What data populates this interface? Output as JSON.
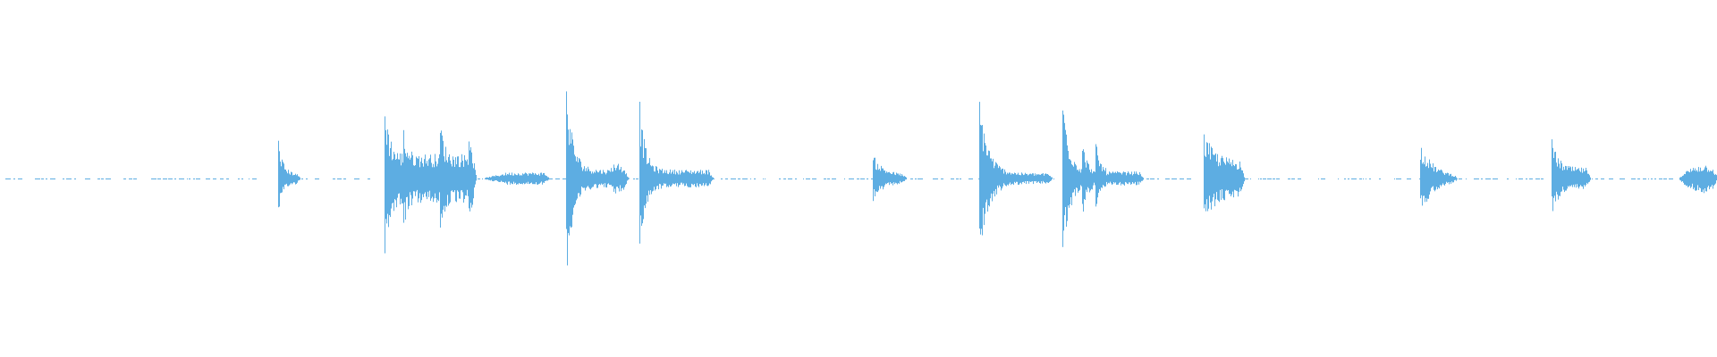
{
  "chart_data": {
    "type": "waveform",
    "color": "#5dade2",
    "background": "#ffffff",
    "axes_visible": false,
    "grid": false,
    "amplitude_range": [
      -1,
      1
    ],
    "time_range_percent": [
      0,
      100
    ],
    "baseline_noise": 0.006,
    "bursts": [
      {
        "start": 16.2,
        "end": 17.54,
        "peak": 0.22,
        "decay": 0.25,
        "sustain": 0.03,
        "attack": 0
      },
      {
        "start": 22.39,
        "end": 27.74,
        "peak": 0.38,
        "decay": 0.26,
        "sustain": 0.14,
        "attack": 0
      },
      {
        "start": 23.47,
        "end": 24.23,
        "peak": 0.2,
        "decay": 0.19,
        "sustain": 0,
        "attack": 0
      },
      {
        "start": 25.64,
        "end": 26.28,
        "peak": 0.25,
        "decay": 0.19,
        "sustain": 0,
        "attack": 0
      },
      {
        "start": 27.3,
        "end": 27.74,
        "peak": 0.2,
        "decay": 0.19,
        "sustain": 0,
        "attack": 0
      },
      {
        "start": 28.06,
        "end": 32.02,
        "peak": 0,
        "decay": 1,
        "sustain": 0.035,
        "attack": 1.5
      },
      {
        "start": 32.97,
        "end": 36.67,
        "peak": 0.54,
        "decay": 0.38,
        "sustain": 0.05,
        "attack": 0
      },
      {
        "start": 35.52,
        "end": 36.48,
        "peak": 0.14,
        "decay": 0.38,
        "sustain": 0,
        "attack": 0.5
      },
      {
        "start": 37.24,
        "end": 41.58,
        "peak": 0.42,
        "decay": 0.32,
        "sustain": 0.05,
        "attack": 0
      },
      {
        "start": 50.83,
        "end": 52.81,
        "peak": 0.12,
        "decay": 0.64,
        "sustain": 0.02,
        "attack": 0
      },
      {
        "start": 57.02,
        "end": 61.35,
        "peak": 0.47,
        "decay": 0.51,
        "sustain": 0.03,
        "attack": 0
      },
      {
        "start": 61.86,
        "end": 66.65,
        "peak": 0.52,
        "decay": 0.38,
        "sustain": 0.04,
        "attack": 0
      },
      {
        "start": 63.01,
        "end": 63.65,
        "peak": 0.18,
        "decay": 0.26,
        "sustain": 0,
        "attack": 0
      },
      {
        "start": 63.78,
        "end": 64.41,
        "peak": 0.2,
        "decay": 0.26,
        "sustain": 0,
        "attack": 0
      },
      {
        "start": 70.09,
        "end": 72.51,
        "peak": 0.17,
        "decay": 0.64,
        "sustain": 0.1,
        "attack": 0
      },
      {
        "start": 82.72,
        "end": 84.82,
        "peak": 0.2,
        "decay": 0.77,
        "sustain": 0.01,
        "attack": 0
      },
      {
        "start": 90.37,
        "end": 92.67,
        "peak": 0.17,
        "decay": 0.38,
        "sustain": 0.06,
        "attack": 0
      },
      {
        "start": 97.77,
        "end": 100.0,
        "peak": 0.15,
        "decay": 1.0,
        "sustain": 0.05,
        "attack": 1.5
      }
    ]
  }
}
